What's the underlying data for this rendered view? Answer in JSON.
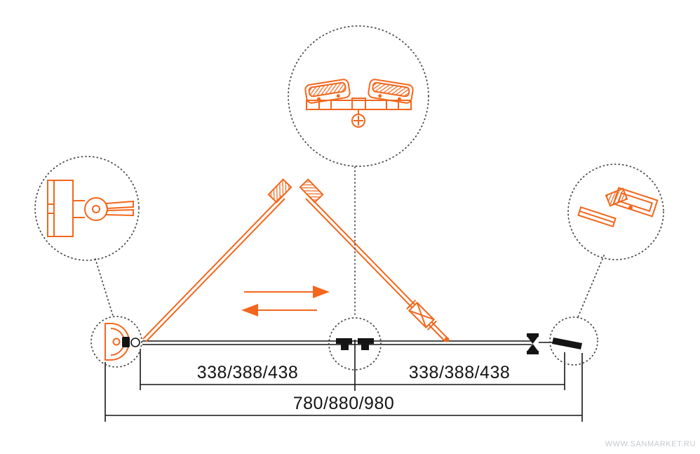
{
  "colors": {
    "accent_orange": "#f2671d",
    "line_black": "#141414",
    "dotted_gray": "#4a4a4a",
    "watermark_gray": "#c5cacd",
    "background": "#ffffff"
  },
  "dimensions": {
    "left_segment": "338/388/438",
    "right_segment": "338/388/438",
    "overall": "780/880/980"
  },
  "watermark": "WWW.SANMARKET.RU",
  "icons": {
    "top_detail": "center-hinge-assembly-icon",
    "left_detail": "wall-profile-hinge-icon",
    "right_detail": "magnetic-seal-profile-icon",
    "arrows": "fold-direction-arrows-icon",
    "peak": "peak-hinges-icon",
    "handle": "panel-handle-icon"
  }
}
